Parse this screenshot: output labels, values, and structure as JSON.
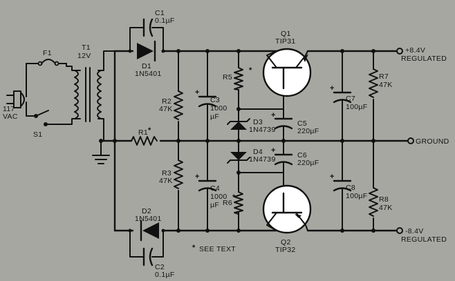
{
  "labels": {
    "c1": "C1",
    "c1_val": "0.1µF",
    "d1": "D1",
    "d1_val": "1N5401",
    "f1": "F1",
    "t1": "T1",
    "t1_val": "12V",
    "vac_1": "117",
    "vac_2": "VAC",
    "s1": "S1",
    "r1": "R1",
    "r2": "R2",
    "r2_val": "47K",
    "r3": "R3",
    "r3_val": "47K",
    "c3": "C3",
    "c3_val_1": "1000",
    "c3_val_2": "µF",
    "c4": "C4",
    "c4_val_1": "1000",
    "c4_val_2": "µF",
    "r5": "R5",
    "r6": "R6",
    "d3": "D3",
    "d3_val": "1N4739",
    "d4": "D4",
    "d4_val": "1N4739",
    "c5": "C5",
    "c5_val": "220µF",
    "c6": "C6",
    "c6_val": "220µF",
    "q1": "Q1",
    "q1_val": "TIP31",
    "q2": "Q2",
    "q2_val": "TIP32",
    "c7": "C7",
    "c7_val": "100µF",
    "c8": "C8",
    "c8_val": "100µF",
    "r7": "R7",
    "r7_val": "47K",
    "r8": "R8",
    "r8_val": "47K",
    "pos_out_1": "+8.4V",
    "pos_out_2": "REGULATED",
    "ground": "GROUND",
    "neg_out_1": "-8.4V",
    "neg_out_2": "REGULATED",
    "d2": "D2",
    "d2_val": "1N5401",
    "c2": "C2",
    "c2_val": "0.1µF",
    "see_text": "SEE TEXT",
    "asterisk": "*"
  }
}
